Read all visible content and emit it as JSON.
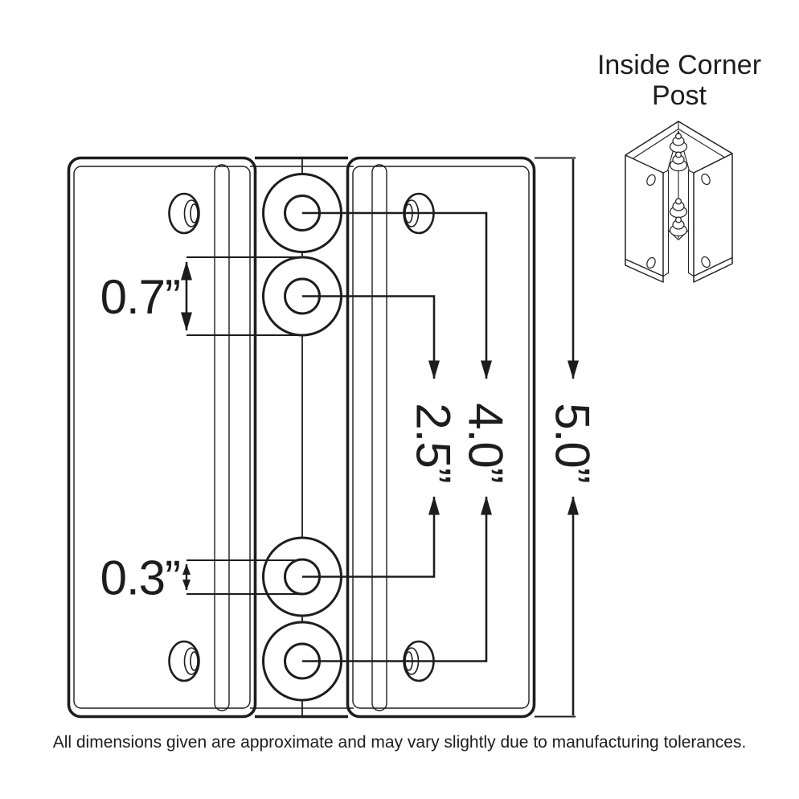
{
  "header": {
    "title": "Inside Corner Post"
  },
  "diagram": {
    "labels": {
      "knuckle_outer_diameter": "0.7”",
      "pin_hole_diameter": "0.3”",
      "inner_knuckle_spacing": "2.5”",
      "outer_knuckle_spacing": "4.0”",
      "overall_height": "5.0”"
    }
  },
  "footnote": "All dimensions given are approximate and may vary slightly due to manufacturing tolerances.",
  "colors": {
    "ink": "#1d1d1d",
    "background": "#ffffff"
  }
}
